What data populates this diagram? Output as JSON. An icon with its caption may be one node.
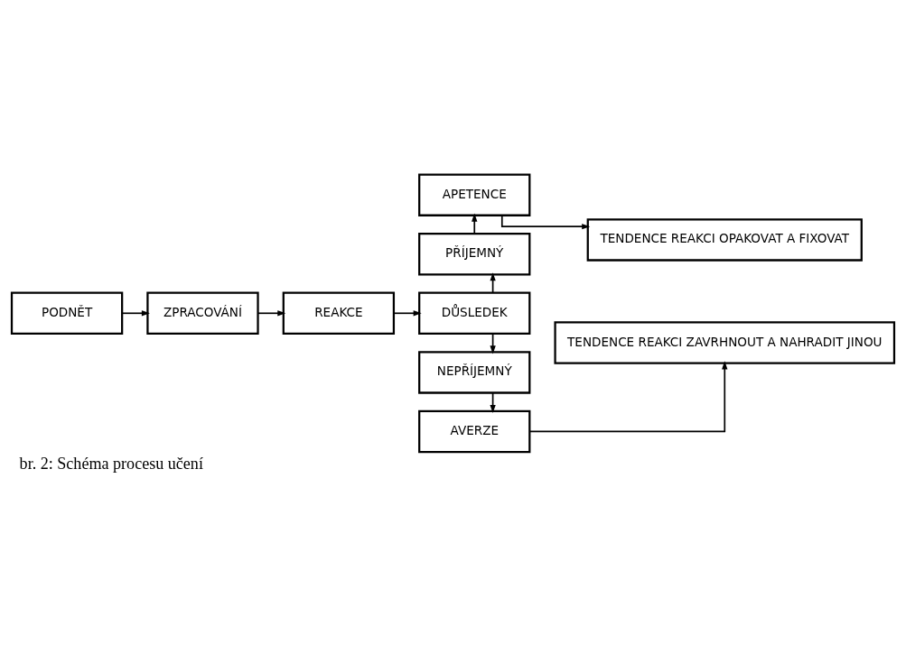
{
  "diagram": {
    "caption": "br. 2: Schéma procesu učení",
    "nodes": [
      {
        "text": [
          "PODNĚT"
        ]
      },
      {
        "text": [
          "ZPRACOVÁNÍ"
        ]
      },
      {
        "text": [
          "REAKCE"
        ]
      },
      {
        "text": [
          "DŮSLEDEK"
        ]
      },
      {
        "text": [
          "PŘÍJEMNÝ"
        ]
      },
      {
        "text": [
          "APETENCE"
        ]
      },
      {
        "text": [
          "TENDENCE REAKCI OPAKOVAT A FIXOVAT"
        ]
      },
      {
        "text": [
          "NEPŘÍJEMNÝ"
        ]
      },
      {
        "text": [
          "AVERZE"
        ]
      },
      {
        "text": [
          "TENDENCE REAKCI ZAVRHNOUT A NAHRADIT JINOU"
        ]
      }
    ],
    "edges": [
      {
        "from": 0,
        "to": 1,
        "arrow": "to"
      },
      {
        "from": 1,
        "to": 2,
        "arrow": "to"
      },
      {
        "from": 2,
        "to": 3,
        "arrow": "to"
      },
      {
        "from": 3,
        "to": 4,
        "arrow": "to"
      },
      {
        "from": 4,
        "to": 5,
        "arrow": "to"
      },
      {
        "from": 5,
        "to": 6,
        "arrow": "to"
      },
      {
        "from": 3,
        "to": 7,
        "arrow": "to"
      },
      {
        "from": 7,
        "to": 8,
        "arrow": "to"
      },
      {
        "from": 8,
        "to": 9,
        "arrow": "to"
      }
    ]
  }
}
